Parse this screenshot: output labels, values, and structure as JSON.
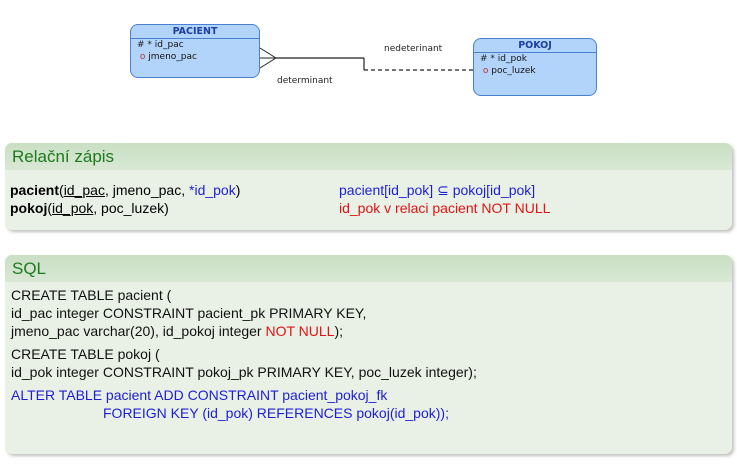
{
  "diagram": {
    "pacient": {
      "name": "PACIENT",
      "attrs": [
        {
          "marker": "# *",
          "name": "id_pac"
        },
        {
          "marker": "o",
          "name": "jmeno_pac"
        }
      ]
    },
    "pokoj": {
      "name": "POKOJ",
      "attrs": [
        {
          "marker": "# *",
          "name": "id_pok"
        },
        {
          "marker": "o",
          "name": "poc_luzek"
        }
      ]
    },
    "label_nedeterminant": "nedeterinant",
    "label_determinant": "determinant"
  },
  "relacni": {
    "title": "Relační zápis",
    "pacient_name": "pacient",
    "pacient_open": "(",
    "pacient_pk": "id_pac",
    "pacient_rest": ", jmeno_pac, ",
    "pacient_fk": "*id_pok",
    "pacient_close": ")",
    "pokoj_name": "pokoj",
    "pokoj_open": "(",
    "pokoj_pk": "id_pok",
    "pokoj_rest": ", poc_luzek)",
    "constraint_inclusion": "pacient[id_pok] ⊆ pokoj[id_pok]",
    "constraint_notnull": "id_pok v relaci pacient NOT NULL"
  },
  "sql": {
    "title": "SQL",
    "l1": "CREATE TABLE pacient (",
    "l2": "id_pac integer CONSTRAINT pacient_pk PRIMARY KEY,",
    "l3a": "jmeno_pac varchar(20), id_pokoj integer ",
    "l3b": "NOT NULL",
    "l3c": ");",
    "l4": "CREATE TABLE pokoj (",
    "l5": "id_pok integer CONSTRAINT pokoj_pk PRIMARY KEY, poc_luzek integer);",
    "l6": "ALTER TABLE pacient ADD CONSTRAINT pacient_pokoj_fk",
    "l7": "FOREIGN KEY (id_pok) REFERENCES pokoj(id_pok));"
  }
}
